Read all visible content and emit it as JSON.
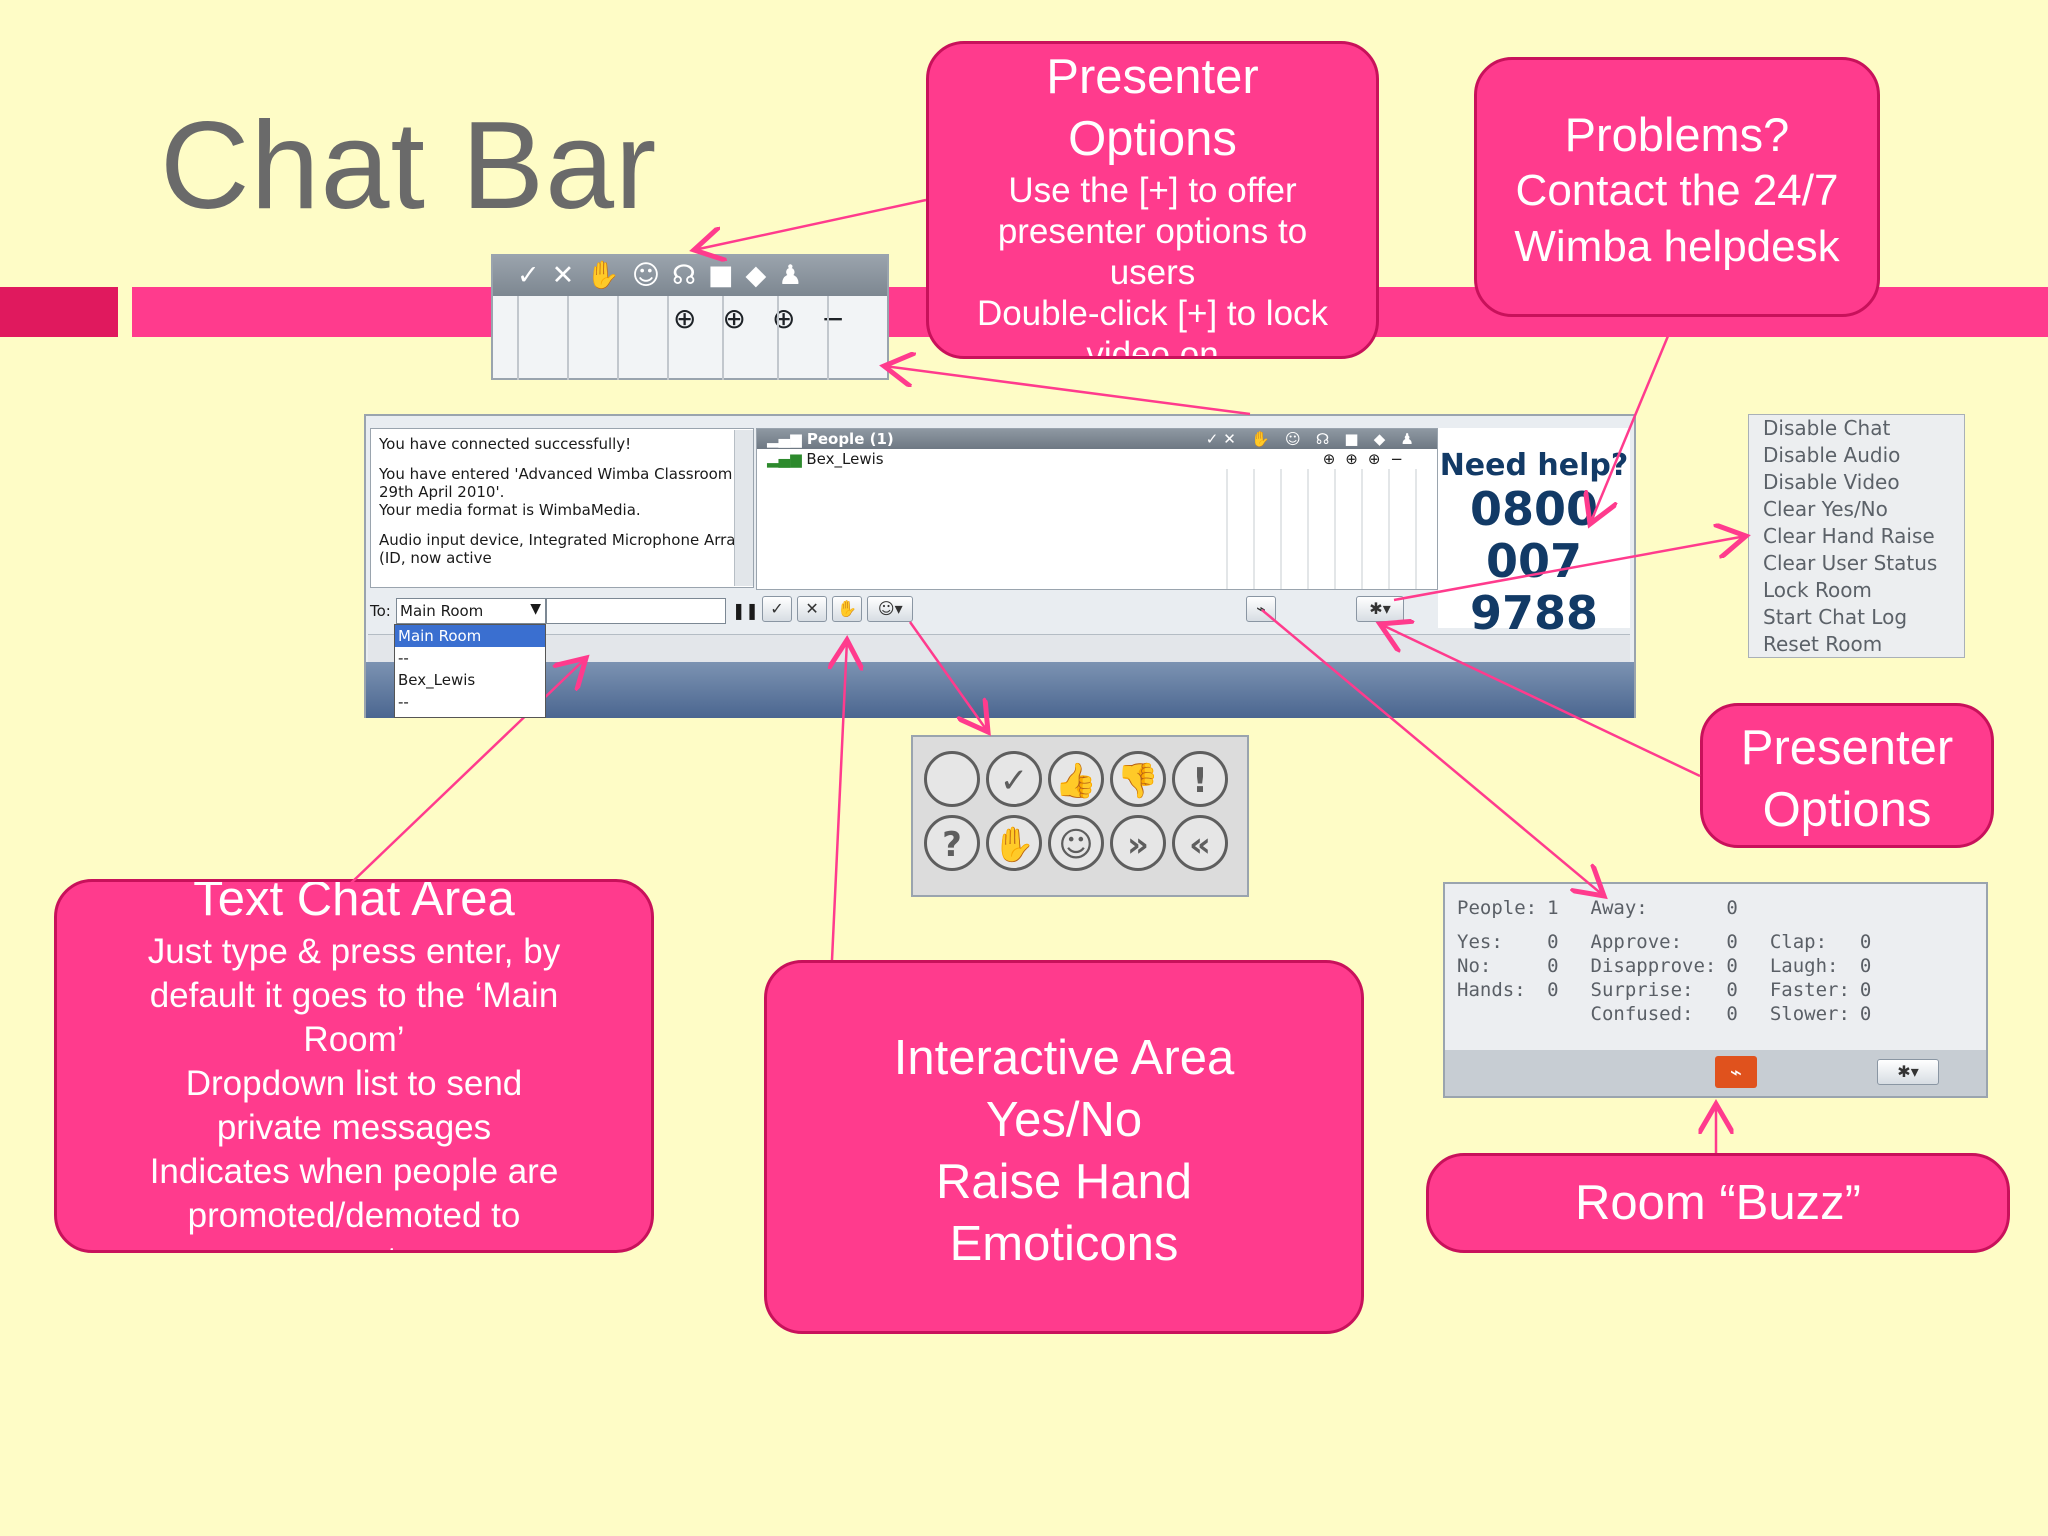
{
  "slide": {
    "title": "Chat Bar"
  },
  "callouts": {
    "presenter_top": {
      "heading": "Presenter Options",
      "line1": "Use the [+] to offer presenter options to users",
      "line2": "Double-click [+] to lock video on"
    },
    "problems": {
      "line1": "Problems?",
      "line2": "Contact the 24/7 Wimba helpdesk"
    },
    "presenter_right": {
      "heading": "Presenter Options"
    },
    "text_chat": {
      "heading": "Text Chat Area",
      "line1": "Just type & press enter, by default it goes to the ‘Main Room’",
      "line2": "Dropdown list to send private messages",
      "line3": "Indicates when people are promoted/demoted to presenter"
    },
    "interactive": {
      "line1": "Interactive Area",
      "line2": "Yes/No",
      "line3": "Raise Hand",
      "line4": "Emoticons"
    },
    "buzz": {
      "label": "Room “Buzz”"
    }
  },
  "chat": {
    "messages": [
      "You have connected successfully!",
      "You have entered 'Advanced Wimba Classroom 29th April 2010'.",
      "Your media format is WimbaMedia.",
      "Audio input device, Integrated Microphone Array (ID, now active"
    ],
    "to_label": "To:",
    "to_value": "Main Room",
    "dropdown": [
      "Main Room",
      "--",
      "Bex_Lewis",
      "--"
    ],
    "people_header": "People (1)",
    "person": "Bex_Lewis"
  },
  "help": {
    "title": "Need help?",
    "number1": "0800",
    "number2": "007 9788"
  },
  "presenter_menu": [
    "Disable Chat",
    "Disable Audio",
    "Disable Video",
    "Clear Yes/No",
    "Clear Hand Raise",
    "Clear User Status",
    "Lock Room",
    "Start Chat Log",
    "Reset Room"
  ],
  "stats": {
    "people_label": "People:",
    "people_value": "1",
    "away_label": "Away:",
    "away_value": "0",
    "yes_label": "Yes:",
    "yes_value": "0",
    "no_label": "No:",
    "no_value": "0",
    "hands_label": "Hands:",
    "hands_value": "0",
    "approve_label": "Approve:",
    "approve_value": "0",
    "disapprove_label": "Disapprove:",
    "disapprove_value": "0",
    "surprise_label": "Surprise:",
    "surprise_value": "0",
    "confused_label": "Confused:",
    "confused_value": "0",
    "clap_label": "Clap:",
    "clap_value": "0",
    "laugh_label": "Laugh:",
    "laugh_value": "0",
    "faster_label": "Faster:",
    "faster_value": "0",
    "slower_label": "Slower:",
    "slower_value": "0"
  },
  "icons": {
    "toolbar": [
      "check-x-icon",
      "hand-icon",
      "smiley-icon",
      "audio-icon",
      "video-icon",
      "chat-bubble-icon",
      "presenter-icon"
    ],
    "emoticons": [
      "blank",
      "bird",
      "thumbs-up",
      "thumbs-down",
      "exclamation",
      "question",
      "clap",
      "laugh",
      "faster",
      "slower"
    ]
  },
  "colors": {
    "accent": "#ff3b8d",
    "background": "#fefcc6",
    "title": "#6a6a6a"
  }
}
